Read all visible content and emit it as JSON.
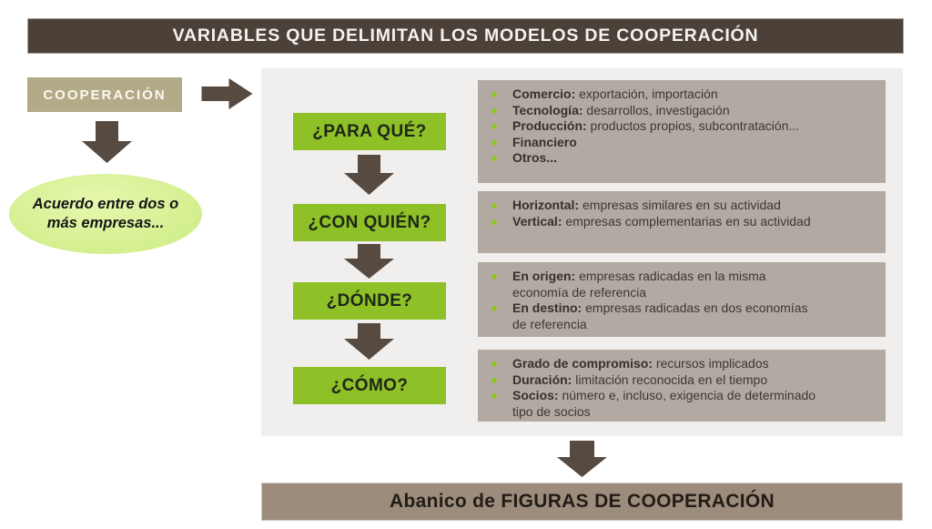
{
  "title_bar": {
    "text": "VARIABLES QUE DELIMITAN LOS MODELOS DE COOPERACIÓN"
  },
  "left": {
    "cooperation_label": "COOPERACIÓN",
    "ellipse_text": "Acuerdo entre dos o más empresas..."
  },
  "questions": [
    "¿PARA QUÉ?",
    "¿CON QUIÉN?",
    "¿DÓNDE?",
    "¿CÓMO?"
  ],
  "boxes": [
    {
      "items": [
        {
          "term": "Comercio:",
          "desc": "exportación, importación"
        },
        {
          "term": "Tecnología:",
          "desc": "desarrollos, investigación"
        },
        {
          "term": "Producción:",
          "desc": "productos propios, subcontratación..."
        },
        {
          "term": "Financiero",
          "desc": ""
        },
        {
          "term": "Otros...",
          "desc": ""
        }
      ]
    },
    {
      "items": [
        {
          "term": "Horizontal:",
          "desc": "empresas similares en su actividad"
        },
        {
          "term": "Vertical:",
          "desc": "empresas complementarias en su actividad"
        }
      ]
    },
    {
      "items": [
        {
          "term": "En origen:",
          "desc": "empresas radicadas en la misma economía de referencia"
        },
        {
          "term": "En destino:",
          "desc": "empresas radicadas en dos economías de referencia"
        }
      ]
    },
    {
      "items": [
        {
          "term": "Grado de compromiso:",
          "desc": "recursos implicados"
        },
        {
          "term": "Duración:",
          "desc": "limitación reconocida en el tiempo"
        },
        {
          "term": "Socios:",
          "desc": "número e, incluso, exigencia de determinado tipo de socios"
        }
      ]
    }
  ],
  "footer": {
    "text": "Abanico de FIGURAS DE COOPERACIÓN"
  },
  "colors": {
    "title_bar_brown": "#4c4138",
    "cooperation_khaki": "#b3ab88",
    "ellipse_green": "#d6f093",
    "question_green": "#8ec127",
    "detail_taupe": "#b2aaa2",
    "footer_taupe": "#9c8c7c",
    "arrow_brown": "#564a41",
    "panel_gray": "#f0efed",
    "bullet_green": "#8fc32c"
  }
}
